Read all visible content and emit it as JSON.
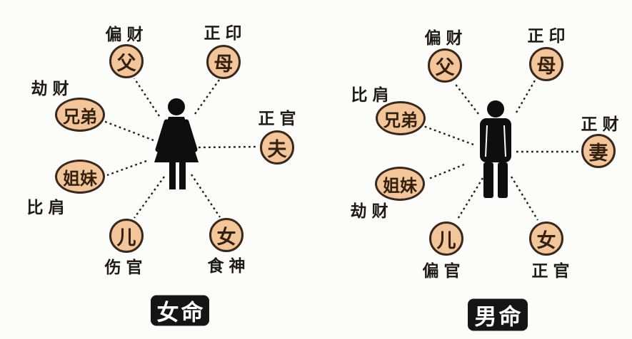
{
  "diagrams": {
    "female": {
      "title": "女命",
      "figure_icon": "woman-silhouette-icon",
      "relations": {
        "father": {
          "god": "偏财",
          "member": "父"
        },
        "mother": {
          "god": "正印",
          "member": "母"
        },
        "brothers": {
          "god": "劫财",
          "member": "兄弟"
        },
        "husband": {
          "god": "正官",
          "member": "夫"
        },
        "sisters": {
          "god": "比肩",
          "member": "姐妹"
        },
        "son": {
          "god": "伤官",
          "member": "儿"
        },
        "daughter": {
          "god": "食神",
          "member": "女"
        }
      }
    },
    "male": {
      "title": "男命",
      "figure_icon": "man-silhouette-icon",
      "relations": {
        "father": {
          "god": "偏财",
          "member": "父"
        },
        "mother": {
          "god": "正印",
          "member": "母"
        },
        "brothers": {
          "god": "比肩",
          "member": "兄弟"
        },
        "wife": {
          "god": "正财",
          "member": "妻"
        },
        "sisters": {
          "god": "劫财",
          "member": "姐妹"
        },
        "son": {
          "god": "偏官",
          "member": "儿"
        },
        "daughter": {
          "god": "正官",
          "member": "女"
        }
      }
    }
  },
  "colors": {
    "background": "#fcfcfb",
    "node_fill": "#f2c59b",
    "node_border": "#39281b",
    "node_text": "#33200f",
    "label_text": "#1e1a16",
    "figure": "#0e0e0e",
    "connector_line": "#222222",
    "title_bg": "#151515",
    "title_text": "#ffffff"
  }
}
